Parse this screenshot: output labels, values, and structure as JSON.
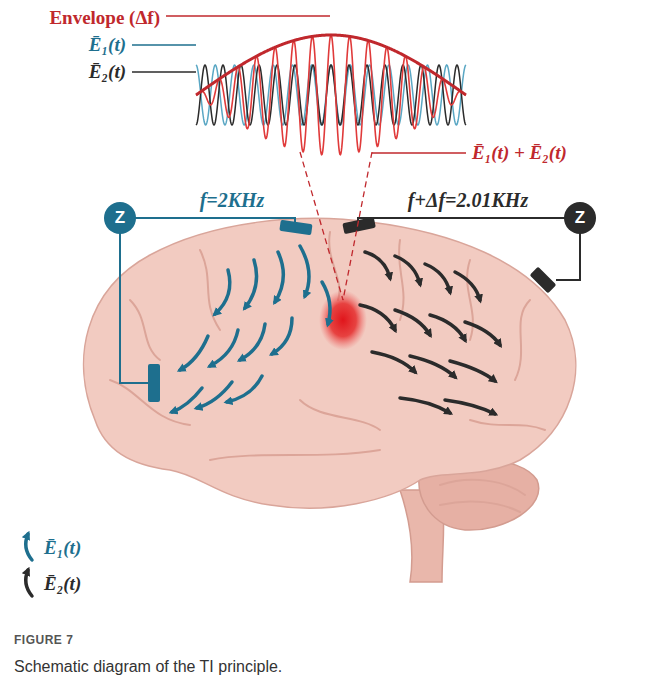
{
  "diagram": {
    "caption": "Schematic diagram of the TI principle.",
    "nodes": [
      {
        "text": [
          "Z"
        ]
      },
      {
        "text": [
          "Z"
        ]
      }
    ],
    "labels": [
      "Envelope (Δf)",
      "Ē₁(t)",
      "Ē₂(t)",
      "Ē₁(t) + Ē₂(t)",
      "f=2KHz",
      "f+Δf=2.01KHz",
      "FIGURE 7"
    ],
    "legend": [
      {
        "text": "Ē₁(t)"
      },
      {
        "text": "Ē₂(t)"
      }
    ]
  }
}
